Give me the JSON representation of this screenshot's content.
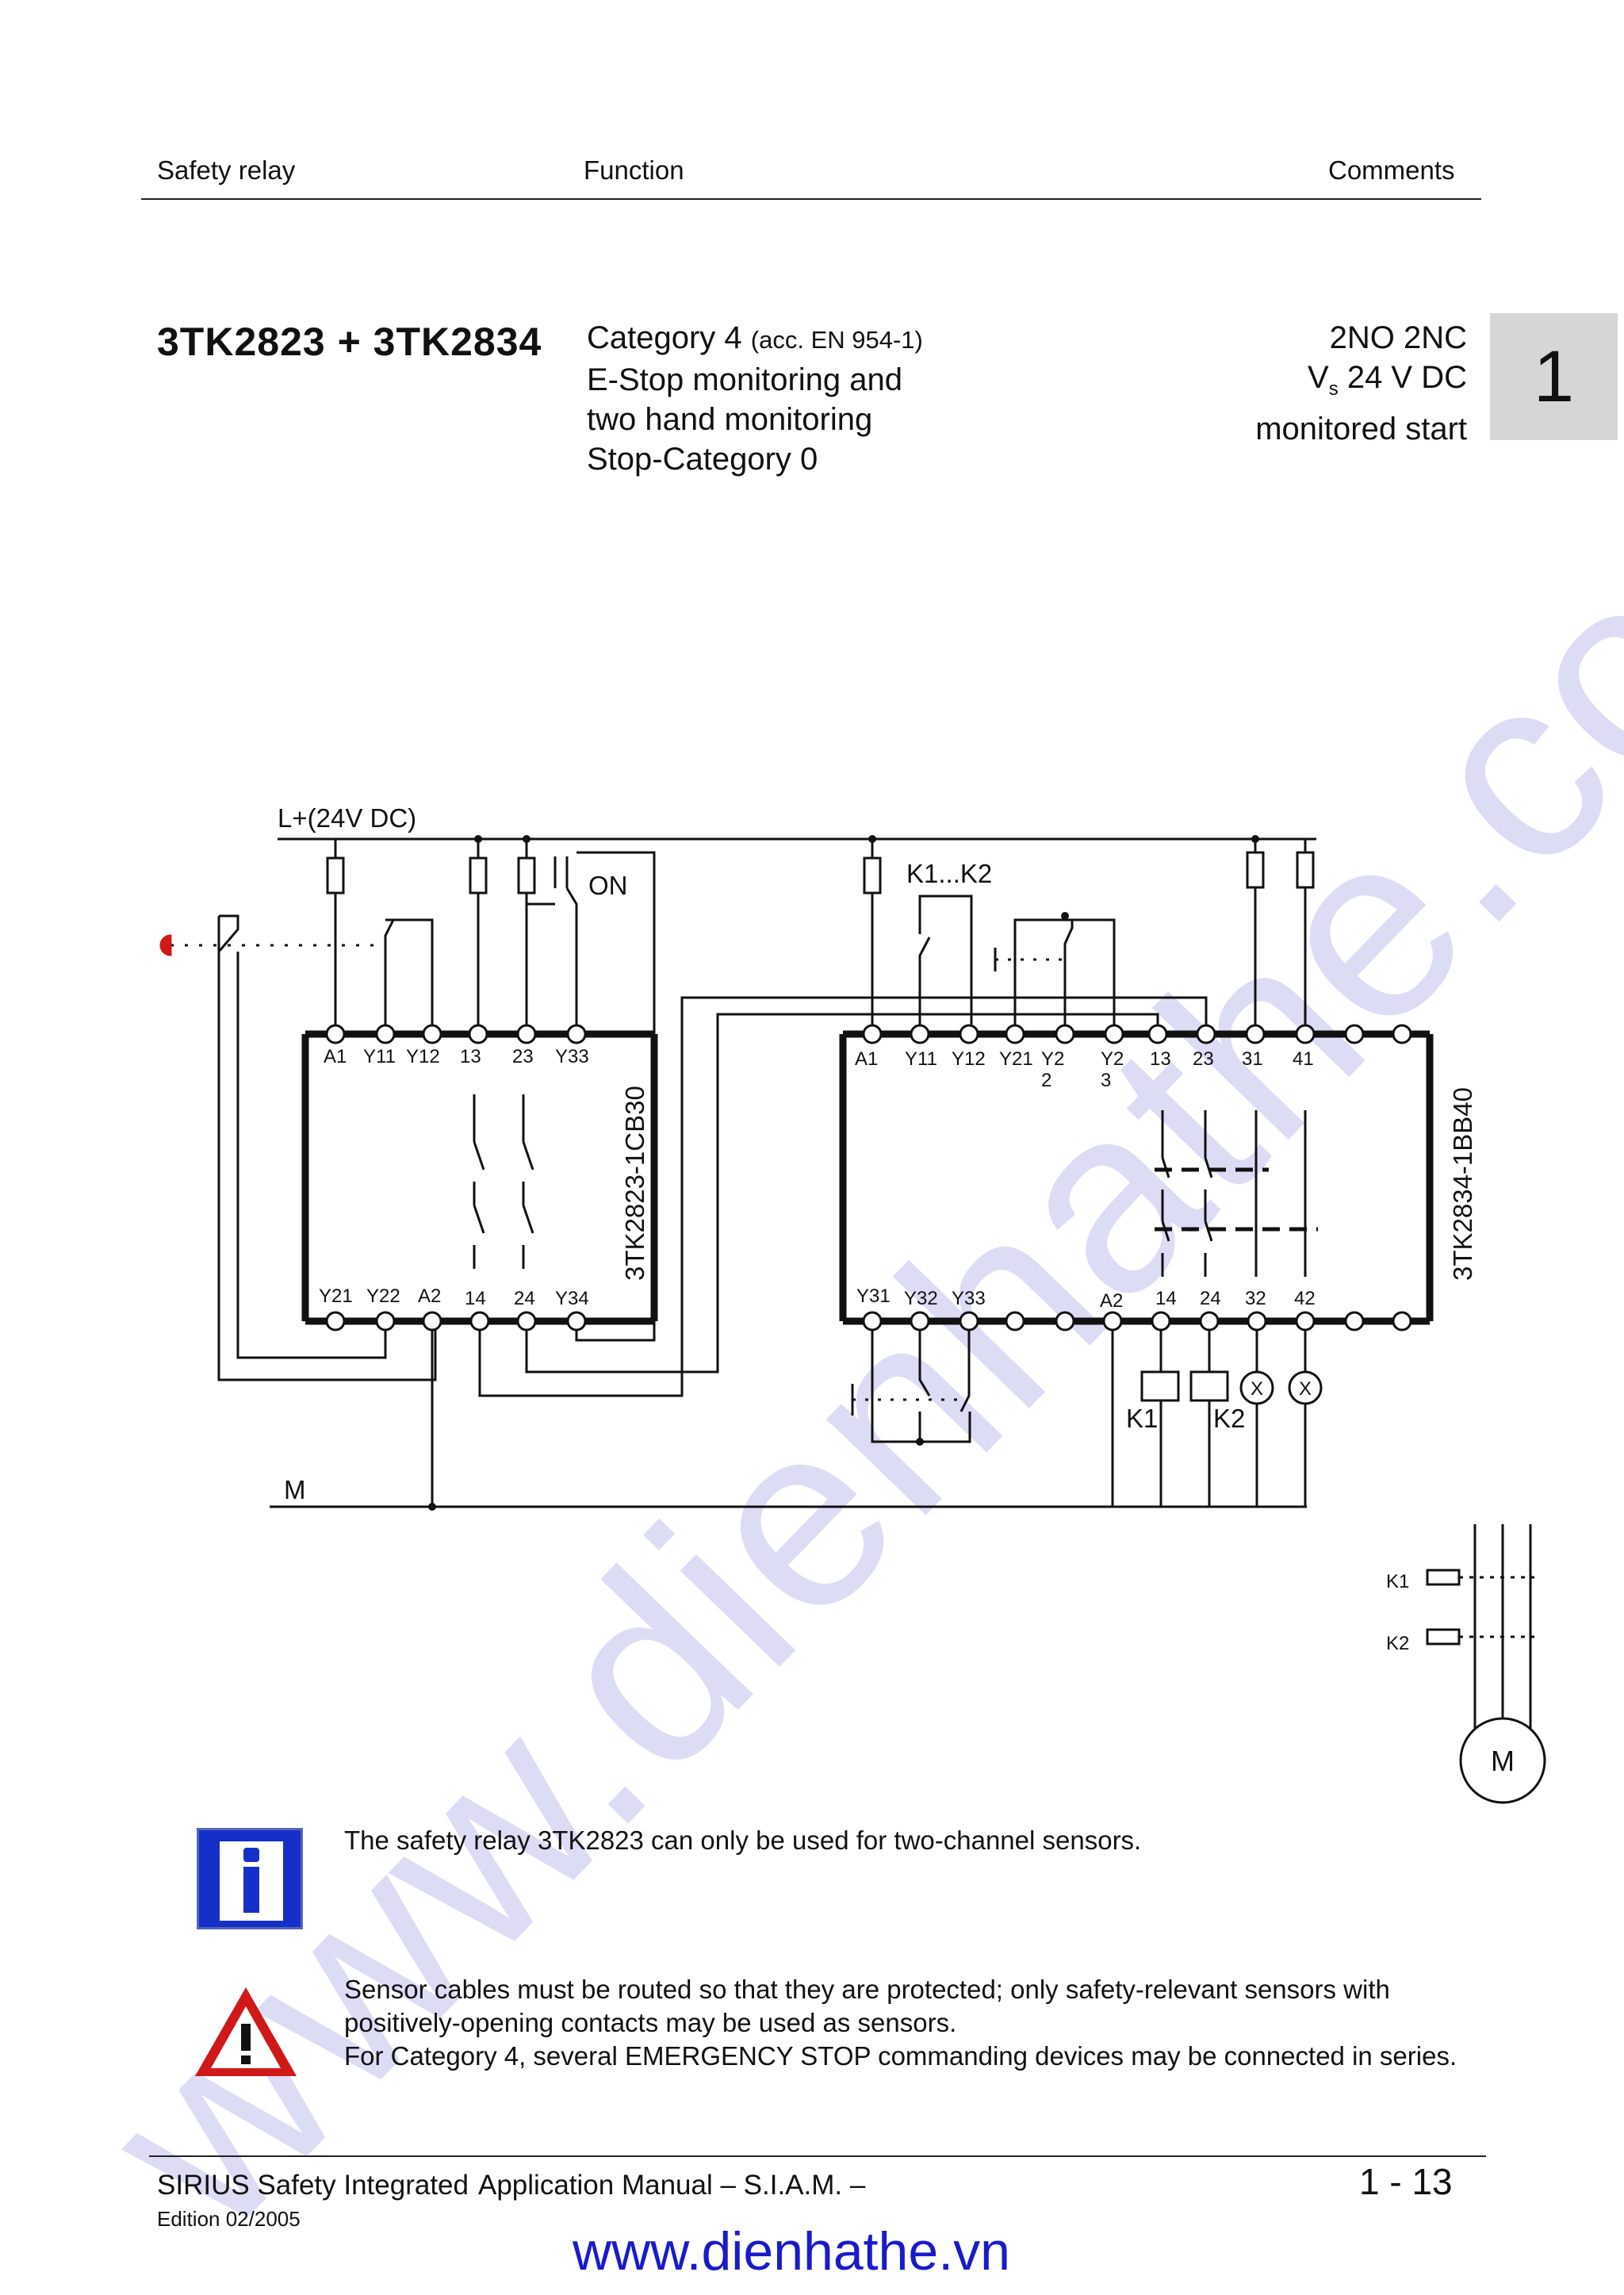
{
  "header": {
    "col1": "Safety relay",
    "col2": "Function",
    "col3": "Comments"
  },
  "title": {
    "product": "3TK2823 + 3TK2834",
    "function_line1_main": "Category 4 ",
    "function_line1_small": "(acc. EN 954-1)",
    "function_line2": "E-Stop monitoring and",
    "function_line3": "two hand monitoring",
    "function_line4": "Stop-Category 0",
    "comment_line1": "2NO 2NC",
    "comment_line2_prefix": "V",
    "comment_line2_sub": "s",
    "comment_line2_suffix": " 24 V DC",
    "comment_line3": "monitored start"
  },
  "chapter_tab": "1",
  "diagram": {
    "supply_label": "L+(24V DC)",
    "ground_label": "M",
    "on_label": "ON",
    "k1k2_label": "K1...K2",
    "relay1_name": "3TK2823-1CB30",
    "relay2_name": "3TK2834-1BB40",
    "relay1_top_terminals": [
      "A1",
      "Y11",
      "Y12",
      "13",
      "23",
      "Y33"
    ],
    "relay1_bottom_terminals": [
      "Y21",
      "Y22",
      "A2",
      "14",
      "24",
      "Y34"
    ],
    "relay2_top_terminals": [
      "A1",
      "Y11",
      "Y12",
      "Y21",
      "Y2",
      "2",
      "Y2",
      "3",
      "13",
      "23",
      "31",
      "41"
    ],
    "relay2_bottom_terminals": [
      "Y31",
      "Y32",
      "Y33",
      "A2",
      "14",
      "24",
      "32",
      "42"
    ],
    "contactor_labels": [
      "K1",
      "K2"
    ],
    "lamp_symbol": "X",
    "motor_label": "M",
    "motor_contactors": [
      "K1",
      "K2"
    ]
  },
  "notes": {
    "info_text": "The safety relay 3TK2823 can only be used for two-channel sensors.",
    "warning_line1": "Sensor cables must be routed so that they are protected; only safety-relevant sensors with",
    "warning_line2": "positively-opening contacts may be used as sensors.",
    "warning_line3": "For Category 4, several EMERGENCY STOP commanding devices may be connected in series.",
    "info_icon": "info-icon",
    "warning_icon": "warning-triangle-icon"
  },
  "footer": {
    "product": "SIRIUS Safety Integrated",
    "manual": "Application Manual – S.I.A.M. –",
    "edition": "Edition 02/2005",
    "page": "1 - 13",
    "website": "www.dienhathe.vn"
  },
  "watermark": "www.dienhathe.com",
  "colors": {
    "watermark": "#dcdcf5",
    "website": "#1a1acc",
    "info_blue": "#1530c8",
    "warning_red": "#d01818",
    "chapter_tab_bg": "#d6d6d6"
  }
}
